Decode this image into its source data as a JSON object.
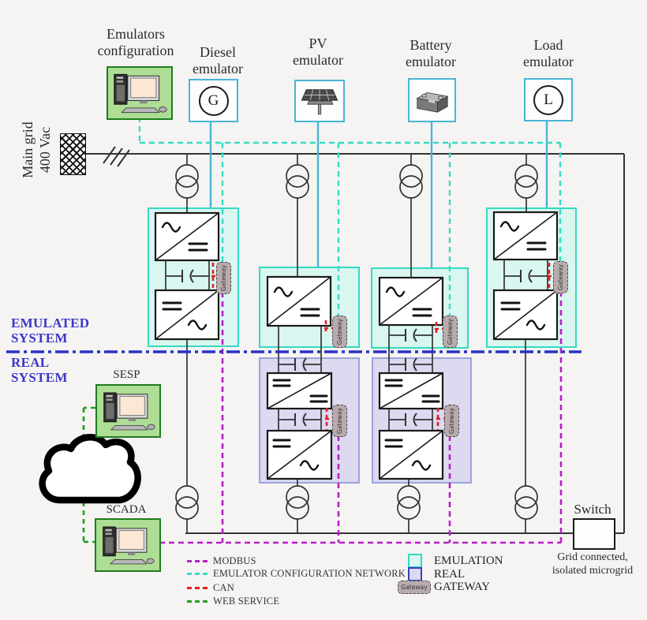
{
  "columns": [
    {
      "id": "emulators-config",
      "label1": "Emulators",
      "label2": "configuration"
    },
    {
      "id": "diesel",
      "label1": "Diesel",
      "label2": "emulator",
      "symbol": "G"
    },
    {
      "id": "pv",
      "label1": "PV",
      "label2": "emulator"
    },
    {
      "id": "battery",
      "label1": "Battery",
      "label2": "emulator"
    },
    {
      "id": "load",
      "label1": "Load",
      "label2": "emulator",
      "symbol": "L"
    }
  ],
  "main_grid": {
    "line1": "Main grid",
    "line2": "400 Vac"
  },
  "sections": {
    "emulated1": "EMULATED",
    "emulated2": "SYSTEM",
    "real1": "REAL",
    "real2": "SYSTEM"
  },
  "computers": {
    "sesp": "SESP",
    "scada": "SCADA"
  },
  "gateway_label": "Gateway",
  "switch": {
    "label": "Switch",
    "note1": "Grid connected,",
    "note2": "isolated microgrid"
  },
  "legend": {
    "lines": [
      {
        "label": "MODBUS",
        "color": "#b81fc8"
      },
      {
        "label": "EMULATOR CONFIGURATION NETWORK",
        "color": "#35dcc5"
      },
      {
        "label": "CAN",
        "color": "#e21f1f"
      },
      {
        "label": "WEB SERVICE",
        "color": "#1f9e1f"
      }
    ],
    "boxes": [
      {
        "label": "EMULATION",
        "fill": "#d9f6f1",
        "border": "#35d9c2"
      },
      {
        "label": "REAL",
        "fill": "#dcd9f0",
        "border": "#3343bb"
      },
      {
        "label": "GATEWAY",
        "chip": "Gateway"
      }
    ]
  },
  "colors": {
    "background": "#f5f4f2",
    "wire": "#333333",
    "modbus": "#b81fc8",
    "config_network": "#35dcc5",
    "can": "#e21f1f",
    "web_service": "#1f9e1f",
    "divider": "#2a32c8",
    "emulator_link": "#49b4d6",
    "emulation_fill": "#d9f6f1",
    "emulation_border": "#35d9c2",
    "real_fill": "#dcd9f0",
    "real_border": "#9aa5da",
    "section_label": "#3b35cb",
    "gateway_fill": "#b9abad",
    "computer_box_fill": "#aedd95",
    "computer_box_border": "#1e7d1e",
    "device_box_border": "#49b4d6"
  }
}
